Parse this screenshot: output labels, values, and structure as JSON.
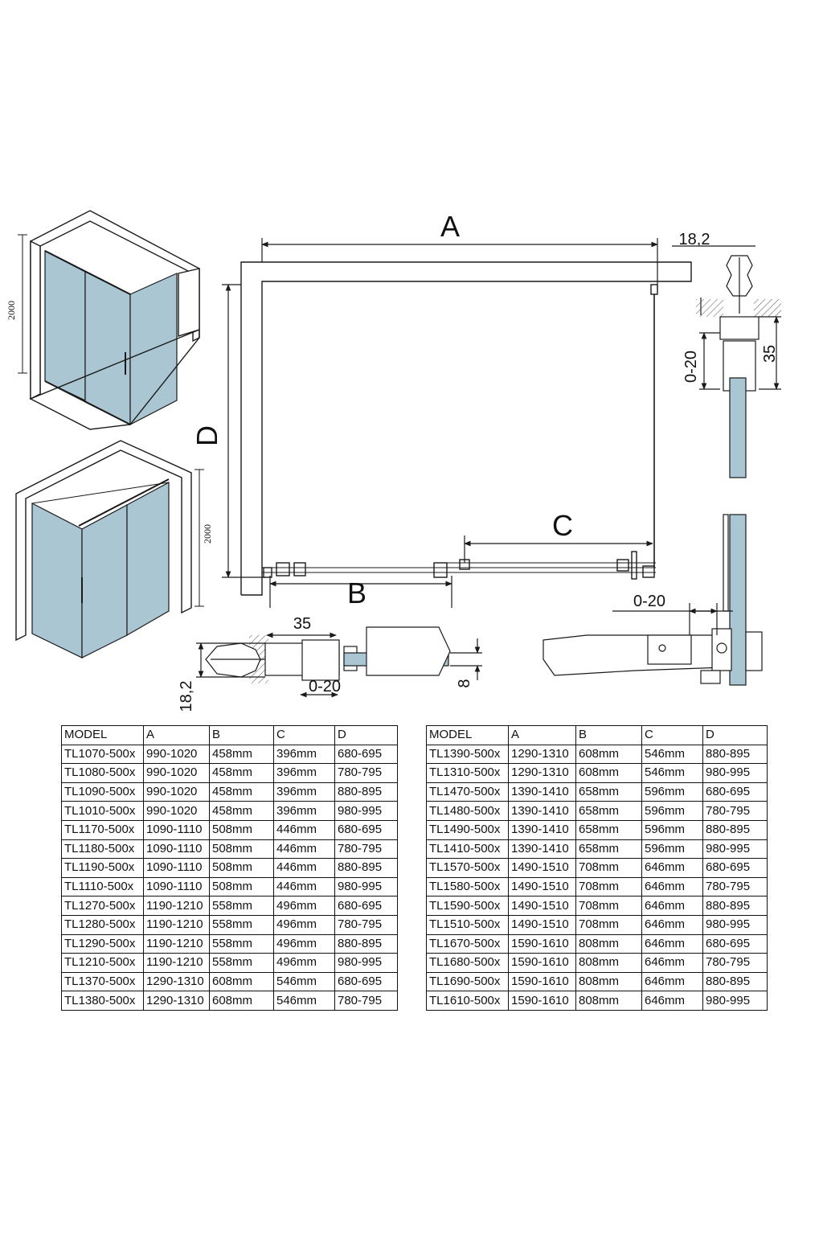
{
  "dimension_labels": {
    "A": "A",
    "B": "B",
    "C": "C",
    "D": "D",
    "top_width": "18,2",
    "profile_depth": "35",
    "adjust_vertical": "0-20",
    "adjust_bottom": "0-20",
    "bottom_profile": "35",
    "bottom_adjust": "0-20",
    "bottom_thickness": "18,2",
    "glass_gap": "8",
    "height_top": "2000",
    "height_bottom": "2000"
  },
  "colors": {
    "line": "#1a1a1a",
    "glass": "#a9c6d2",
    "wall": "#ffffff"
  },
  "tables": [
    {
      "header": [
        "MODEL",
        "A",
        "B",
        "C",
        "D"
      ],
      "rows": [
        [
          "TL1070-500x",
          "990-1020",
          "458mm",
          "396mm",
          "680-695"
        ],
        [
          "TL1080-500x",
          "990-1020",
          "458mm",
          "396mm",
          "780-795"
        ],
        [
          "TL1090-500x",
          "990-1020",
          "458mm",
          "396mm",
          "880-895"
        ],
        [
          "TL1010-500x",
          "990-1020",
          "458mm",
          "396mm",
          "980-995"
        ],
        [
          "TL1170-500x",
          "1090-1110",
          "508mm",
          "446mm",
          "680-695"
        ],
        [
          "TL1180-500x",
          "1090-1110",
          "508mm",
          "446mm",
          "780-795"
        ],
        [
          "TL1190-500x",
          "1090-1110",
          "508mm",
          "446mm",
          "880-895"
        ],
        [
          "TL1110-500x",
          "1090-1110",
          "508mm",
          "446mm",
          "980-995"
        ],
        [
          "TL1270-500x",
          "1190-1210",
          "558mm",
          "496mm",
          "680-695"
        ],
        [
          "TL1280-500x",
          "1190-1210",
          "558mm",
          "496mm",
          "780-795"
        ],
        [
          "TL1290-500x",
          "1190-1210",
          "558mm",
          "496mm",
          "880-895"
        ],
        [
          "TL1210-500x",
          "1190-1210",
          "558mm",
          "496mm",
          "980-995"
        ],
        [
          "TL1370-500x",
          "1290-1310",
          "608mm",
          "546mm",
          "680-695"
        ],
        [
          "TL1380-500x",
          "1290-1310",
          "608mm",
          "546mm",
          "780-795"
        ]
      ]
    },
    {
      "header": [
        "MODEL",
        "A",
        "B",
        "C",
        "D"
      ],
      "rows": [
        [
          "TL1390-500x",
          "1290-1310",
          "608mm",
          "546mm",
          "880-895"
        ],
        [
          "TL1310-500x",
          "1290-1310",
          "608mm",
          "546mm",
          "980-995"
        ],
        [
          "TL1470-500x",
          "1390-1410",
          "658mm",
          "596mm",
          "680-695"
        ],
        [
          "TL1480-500x",
          "1390-1410",
          "658mm",
          "596mm",
          "780-795"
        ],
        [
          "TL1490-500x",
          "1390-1410",
          "658mm",
          "596mm",
          "880-895"
        ],
        [
          "TL1410-500x",
          "1390-1410",
          "658mm",
          "596mm",
          "980-995"
        ],
        [
          "TL1570-500x",
          "1490-1510",
          "708mm",
          "646mm",
          "680-695"
        ],
        [
          "TL1580-500x",
          "1490-1510",
          "708mm",
          "646mm",
          "780-795"
        ],
        [
          "TL1590-500x",
          "1490-1510",
          "708mm",
          "646mm",
          "880-895"
        ],
        [
          "TL1510-500x",
          "1490-1510",
          "708mm",
          "646mm",
          "980-995"
        ],
        [
          "TL1670-500x",
          "1590-1610",
          "808mm",
          "646mm",
          "680-695"
        ],
        [
          "TL1680-500x",
          "1590-1610",
          "808mm",
          "646mm",
          "780-795"
        ],
        [
          "TL1690-500x",
          "1590-1610",
          "808mm",
          "646mm",
          "880-895"
        ],
        [
          "TL1610-500x",
          "1590-1610",
          "808mm",
          "646mm",
          "980-995"
        ]
      ]
    }
  ]
}
